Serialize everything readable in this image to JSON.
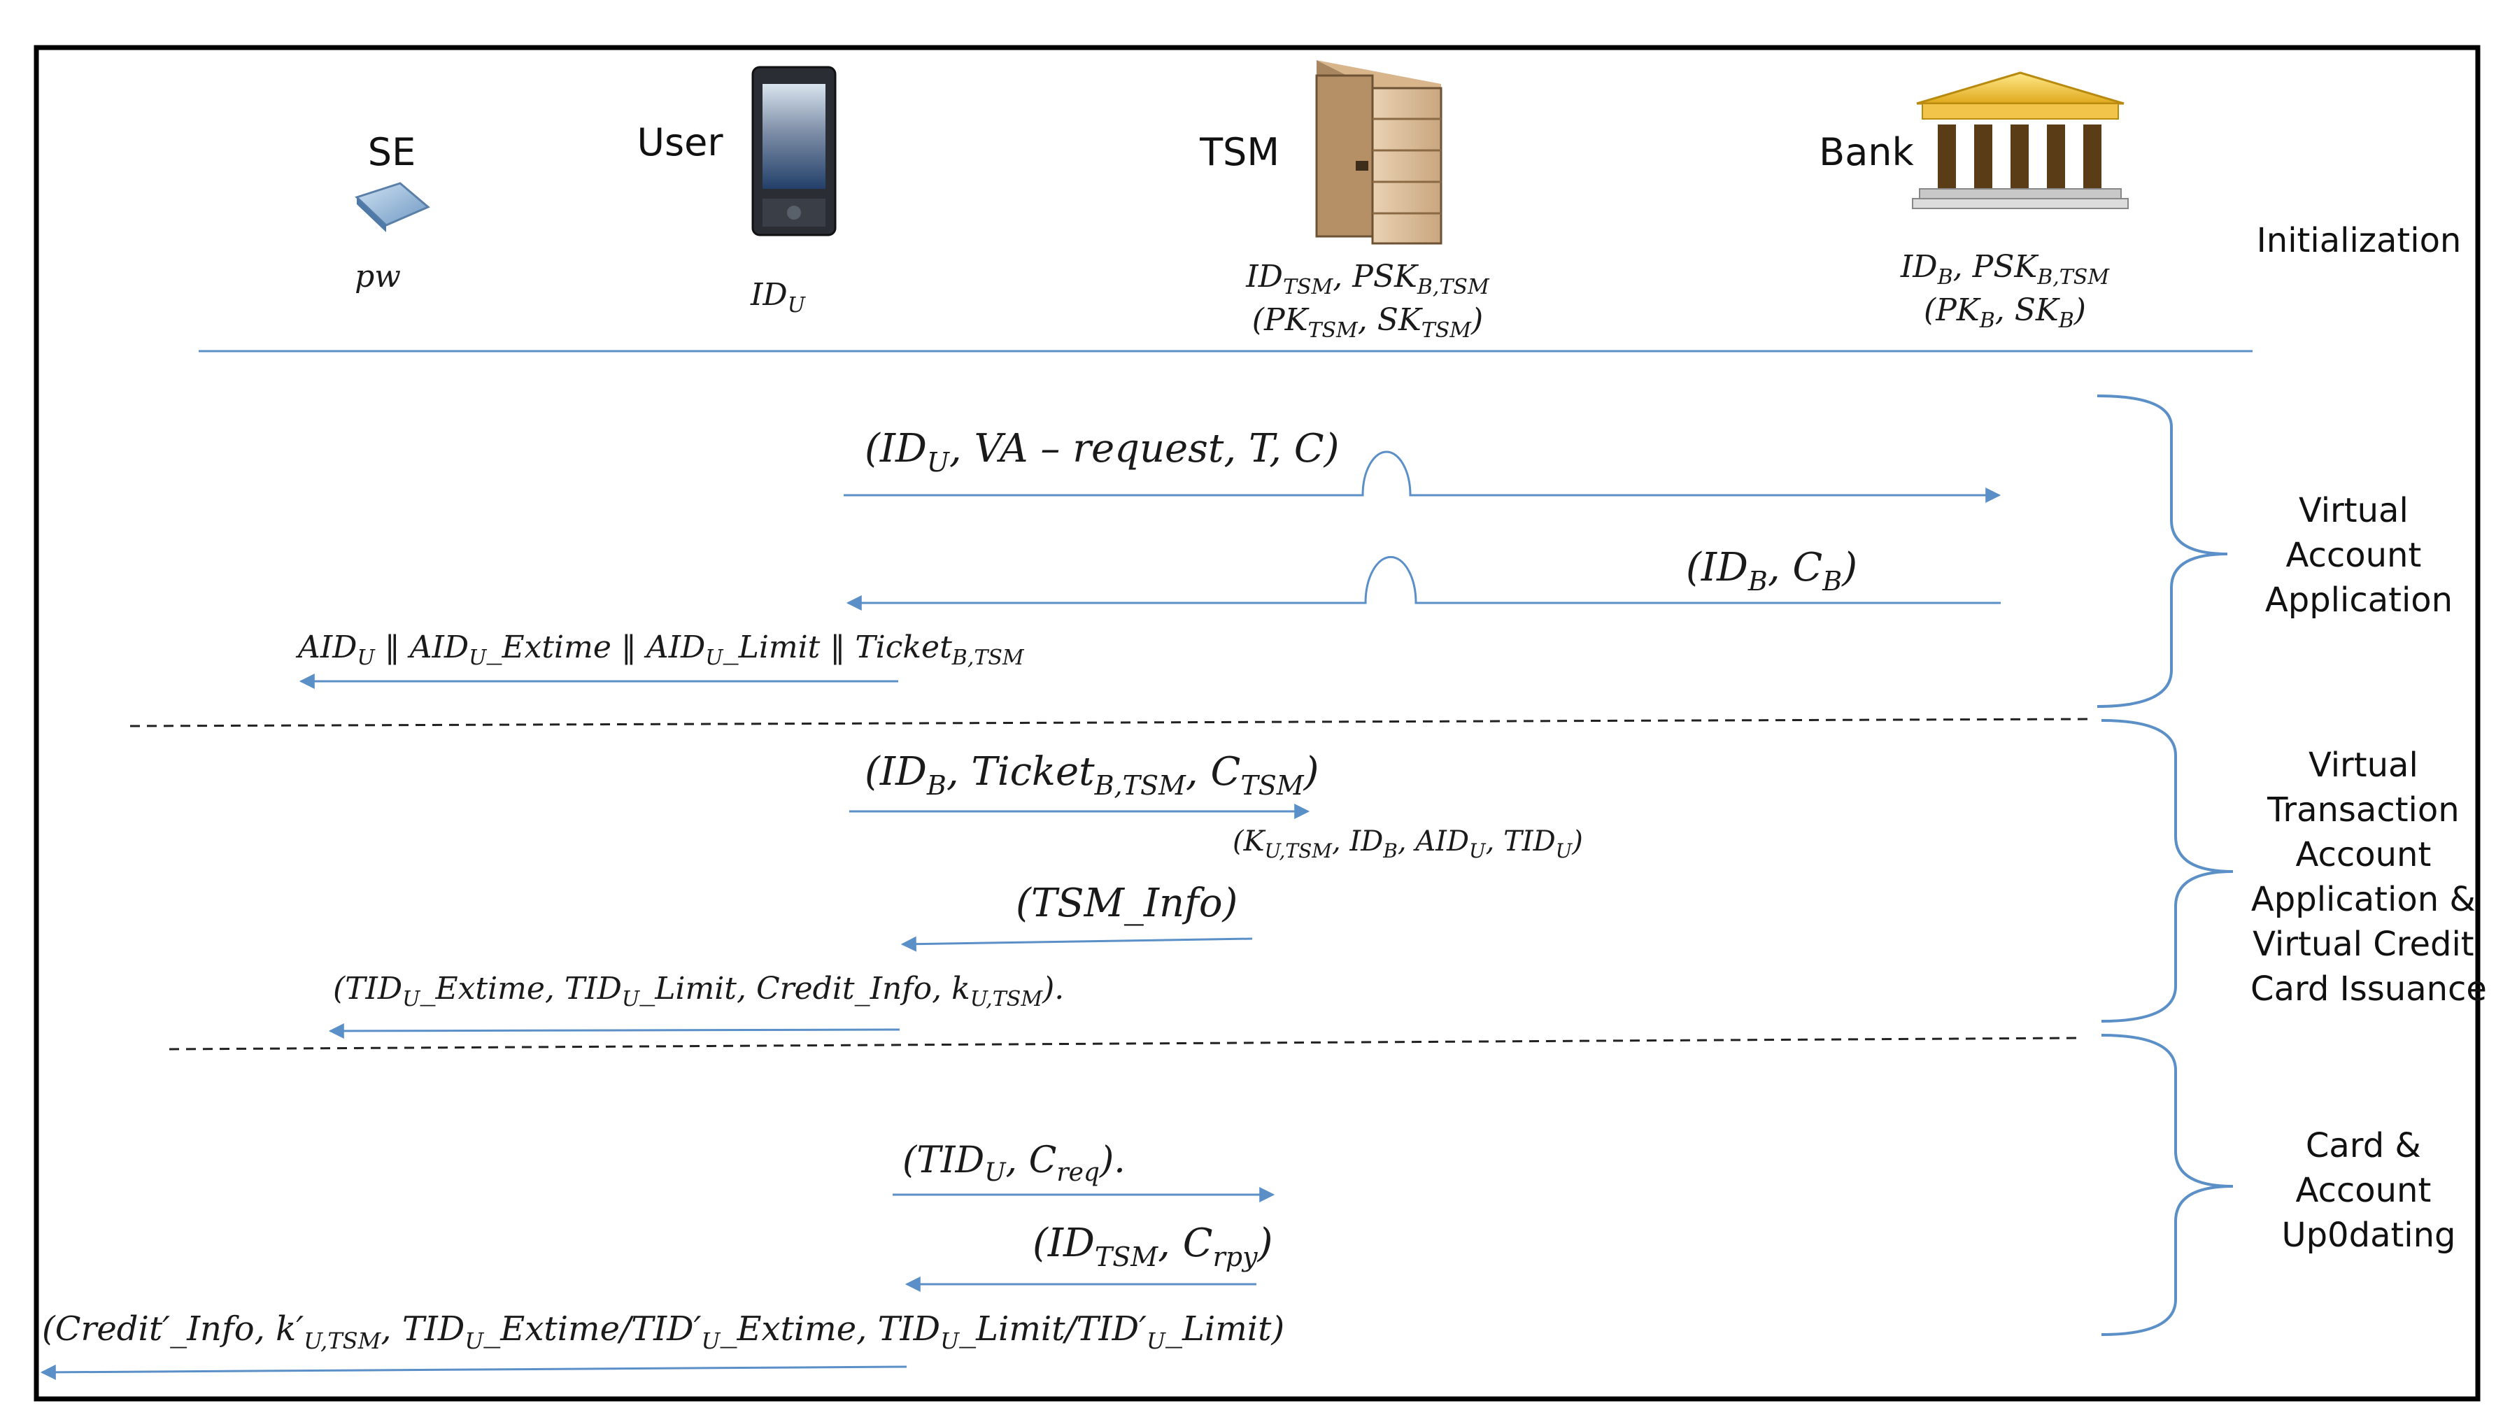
{
  "actors": {
    "se": {
      "name": "SE",
      "icon": "chip-icon",
      "secret": "pw"
    },
    "user": {
      "name": "User",
      "icon": "phone-icon",
      "id": "ID",
      "id_sub": "U"
    },
    "tsm": {
      "name": "TSM",
      "icon": "server-icon",
      "line1_a": "ID",
      "line1_a_sub": "TSM",
      "line1_b": ", PSK",
      "line1_b_sub": "B,TSM",
      "line2_a": "(PK",
      "line2_a_sub": "TSM",
      "line2_b": ", SK",
      "line2_b_sub": "TSM",
      "line2_c": ")"
    },
    "bank": {
      "name": "Bank",
      "icon": "bank-building-icon",
      "line1_a": "ID",
      "line1_a_sub": "B",
      "line1_b": ", PSK",
      "line1_b_sub": "B,TSM",
      "line2_a": "(PK",
      "line2_a_sub": "B",
      "line2_b": ", SK",
      "line2_b_sub": "B",
      "line2_c": ")"
    }
  },
  "phases": [
    {
      "lines": [
        "Initialization"
      ]
    },
    {
      "lines": [
        "Virtual",
        "Account",
        "Application"
      ]
    },
    {
      "lines": [
        "Virtual",
        "Transaction",
        "Account",
        "Application &",
        "Virtual Credit",
        "Card Issuance"
      ]
    },
    {
      "lines": [
        "Card &",
        "Account",
        "Up0dating"
      ]
    }
  ],
  "messages": {
    "m1": {
      "a": "(ID",
      "a_sub": "U",
      "b": ", VA – request, T, C)"
    },
    "m2": {
      "a": "(ID",
      "a_sub": "B",
      "b": ", C",
      "b_sub": "B",
      "c": ")"
    },
    "m3": {
      "a": "AID",
      "a_sub": "U",
      "b": " ‖ AID",
      "b_sub": "U",
      "c": "_Extime ‖ AID",
      "c_sub": "U",
      "d": "_Limit ‖ Ticket",
      "d_sub": "B,TSM"
    },
    "m4": {
      "a": "(ID",
      "a_sub": "B",
      "b": ", Ticket",
      "b_sub": "B,TSM",
      "c": ", C",
      "c_sub": "TSM",
      "d": ")"
    },
    "m4note": {
      "a": "(K",
      "a_sub": "U,TSM",
      "b": ", ID",
      "b_sub": "B",
      "c": ", AID",
      "c_sub": "U",
      "d": ", TID",
      "d_sub": "U",
      "e": ")"
    },
    "m5": {
      "a": "(TSM_Info)"
    },
    "m6": {
      "a": "(TID",
      "a_sub": "U",
      "b": "_Extime, TID",
      "b_sub": "U",
      "c": "_Limit, Credit_Info, k",
      "c_sub": "U,TSM",
      "d": ")."
    },
    "m7": {
      "a": "(TID",
      "a_sub": "U",
      "b": ", C",
      "b_sub": "req",
      "c": ")."
    },
    "m8": {
      "a": "(ID",
      "a_sub": "TSM",
      "b": ", C",
      "b_sub": "rpy",
      "c": ")"
    },
    "m9": {
      "a": "(Credit′_Info, k′",
      "a_sub": "U,TSM",
      "b": ", TID",
      "b_sub": "U",
      "c": "_Extime/TID′",
      "c_sub": "U",
      "d": "_Extime, TID",
      "d_sub": "U",
      "e": "_Limit/TID′",
      "e_sub": "U",
      "f": "_Limit)"
    }
  },
  "colors": {
    "line": "#5b8fc7",
    "frame": "#000000",
    "dashed": "#222222"
  }
}
